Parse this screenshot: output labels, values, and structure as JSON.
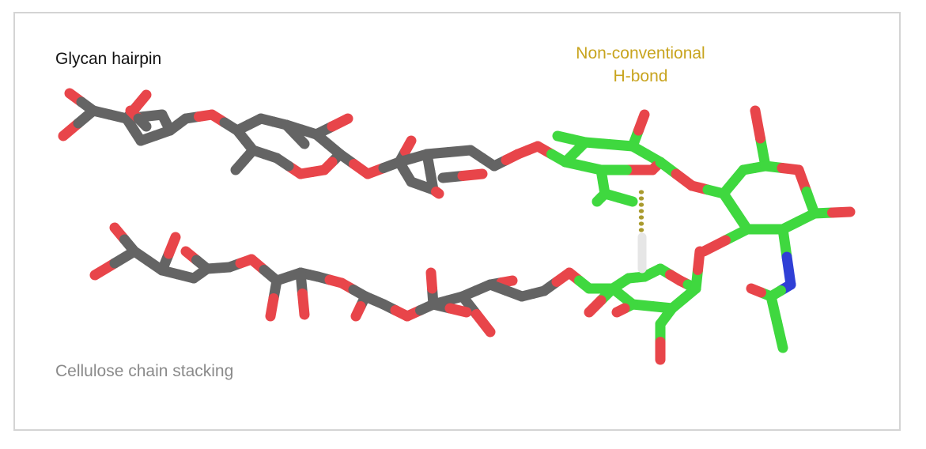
{
  "labels": {
    "title": "Glycan hairpin",
    "bottom": "Cellulose chain stacking",
    "hbond_line1": "Non-conventional",
    "hbond_line2": "H-bond"
  },
  "colors": {
    "title": "#111111",
    "bottom": "#8a8a8a",
    "hbond_label": "#c8a41e",
    "carbon_gray": "#646464",
    "carbon_green": "#3fd83f",
    "oxygen": "#e8454a",
    "nitrogen": "#2f3fd6",
    "hydrogen": "#e6e6e6",
    "hbond_dash": "#a99a2e"
  }
}
